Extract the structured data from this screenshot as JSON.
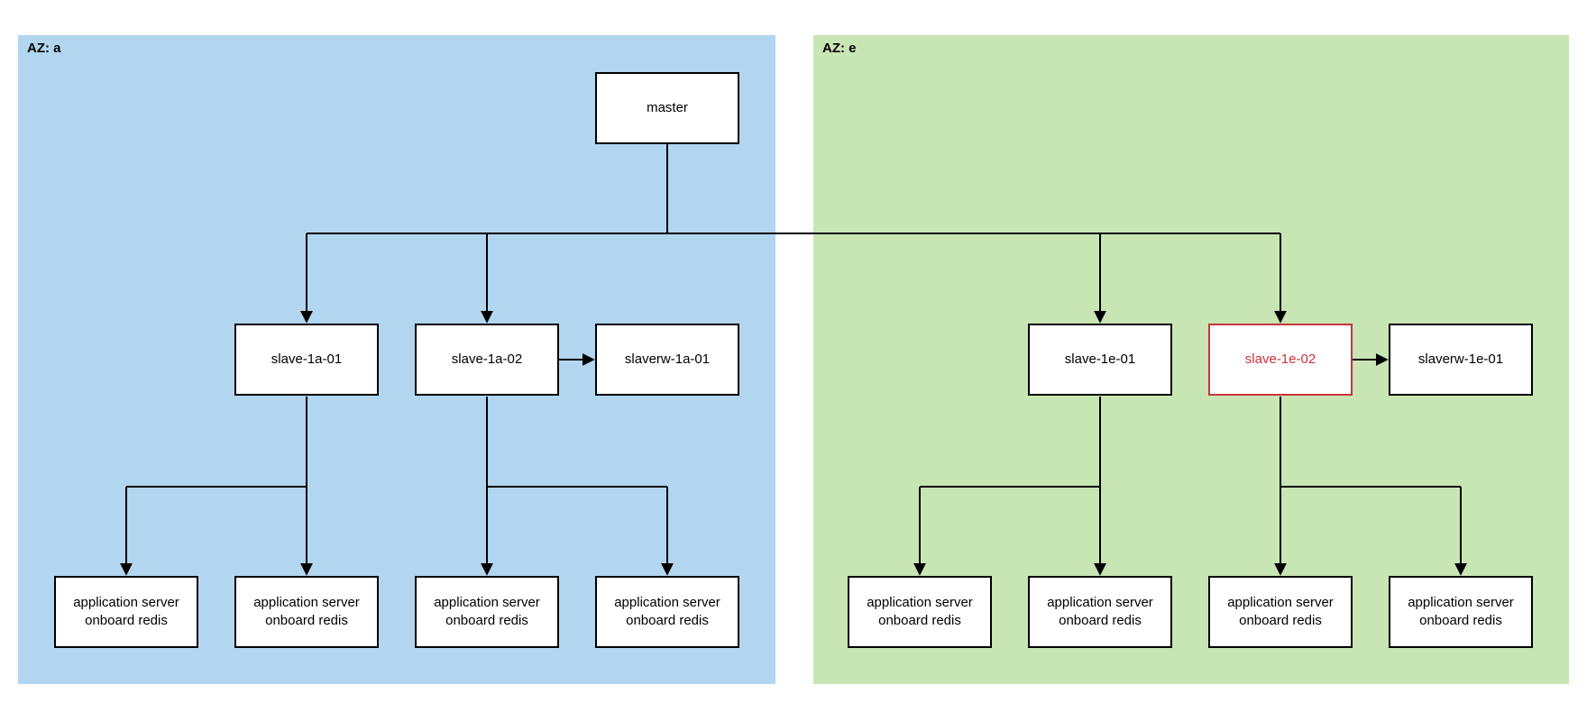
{
  "diagram": {
    "zones": [
      {
        "id": "az-a",
        "label": "AZ: a",
        "fill": "#b3d6f0"
      },
      {
        "id": "az-e",
        "label": "AZ: e",
        "fill": "#c8e6b4"
      }
    ],
    "nodes": {
      "master": "master",
      "slave_1a_01": "slave-1a-01",
      "slave_1a_02": "slave-1a-02",
      "slaverw_1a_01": "slaverw-1a-01",
      "slave_1e_01": "slave-1e-01",
      "slave_1e_02": "slave-1e-02",
      "slaverw_1e_01": "slaverw-1e-01",
      "app_server": "application server\nonboard redis"
    },
    "highlighted_node": "slave-1e-02",
    "colors": {
      "zone_a_fill": "#b3d6f0",
      "zone_e_fill": "#c8e6b4",
      "node_fill": "#ffffff",
      "node_border": "#000000",
      "highlight_border": "#cb333b",
      "highlight_text": "#cb333b",
      "edge": "#000000",
      "canvas_background": "#ffffff"
    },
    "edges": [
      {
        "from": "master",
        "to": "slave-1a-01"
      },
      {
        "from": "master",
        "to": "slave-1a-02"
      },
      {
        "from": "master",
        "to": "slave-1e-01"
      },
      {
        "from": "master",
        "to": "slave-1e-02"
      },
      {
        "from": "slave-1a-02",
        "to": "slaverw-1a-01"
      },
      {
        "from": "slave-1e-02",
        "to": "slaverw-1e-01"
      },
      {
        "from": "slave-1a-01",
        "to": "app-server-a1"
      },
      {
        "from": "slave-1a-01",
        "to": "app-server-a2"
      },
      {
        "from": "slave-1a-02",
        "to": "app-server-a3"
      },
      {
        "from": "slave-1a-02",
        "to": "app-server-a4"
      },
      {
        "from": "slave-1e-01",
        "to": "app-server-e1"
      },
      {
        "from": "slave-1e-01",
        "to": "app-server-e2"
      },
      {
        "from": "slave-1e-02",
        "to": "app-server-e3"
      },
      {
        "from": "slave-1e-02",
        "to": "app-server-e4"
      }
    ]
  }
}
